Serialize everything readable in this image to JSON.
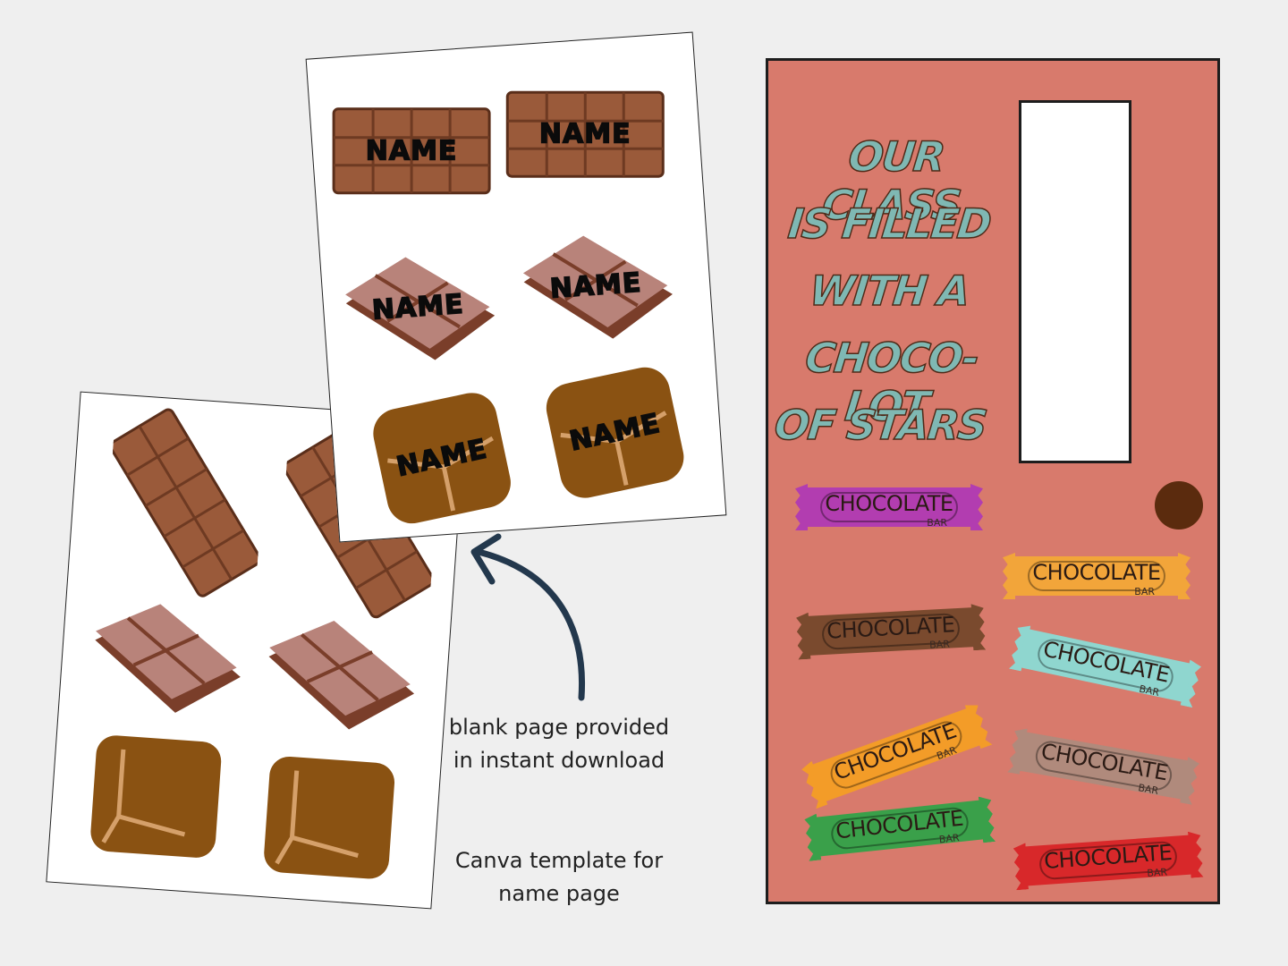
{
  "front_sheet": {
    "name_labels": [
      "NAME",
      "NAME",
      "NAME",
      "NAME",
      "NAME",
      "NAME"
    ]
  },
  "captions": {
    "blank_page": "blank page provided in instant download",
    "canva": "Canva template for name page"
  },
  "door": {
    "title_lines": [
      "OUR CLASS",
      "IS FILLED",
      "WITH A",
      "CHOCO-LOT",
      "OF STARS"
    ]
  },
  "wrappers": [
    {
      "main": "CHOCOLATE",
      "sub": "BAR",
      "color": "#b23db0"
    },
    {
      "main": "CHOCOLATE",
      "sub": "BAR",
      "color": "#f2a53a"
    },
    {
      "main": "CHOCOLATE",
      "sub": "BAR",
      "color": "#7a4a2e"
    },
    {
      "main": "CHOCOLATE",
      "sub": "BAR",
      "color": "#8fd6cf"
    },
    {
      "main": "CHOCOLATE",
      "sub": "BAR",
      "color": "#f39c28"
    },
    {
      "main": "CHOCOLATE",
      "sub": "BAR",
      "color": "#b08a7c"
    },
    {
      "main": "CHOCOLATE",
      "sub": "BAR",
      "color": "#3aa04a"
    },
    {
      "main": "CHOCOLATE",
      "sub": "BAR",
      "color": "#d8282a"
    }
  ],
  "colors": {
    "background": "#efefef",
    "door": "#d87a6c",
    "knob": "#5b2b0e",
    "title_fill": "#7fb8b3",
    "chocolate_milk": "#9a5a3a",
    "chocolate_caramel": "#8a5212"
  }
}
